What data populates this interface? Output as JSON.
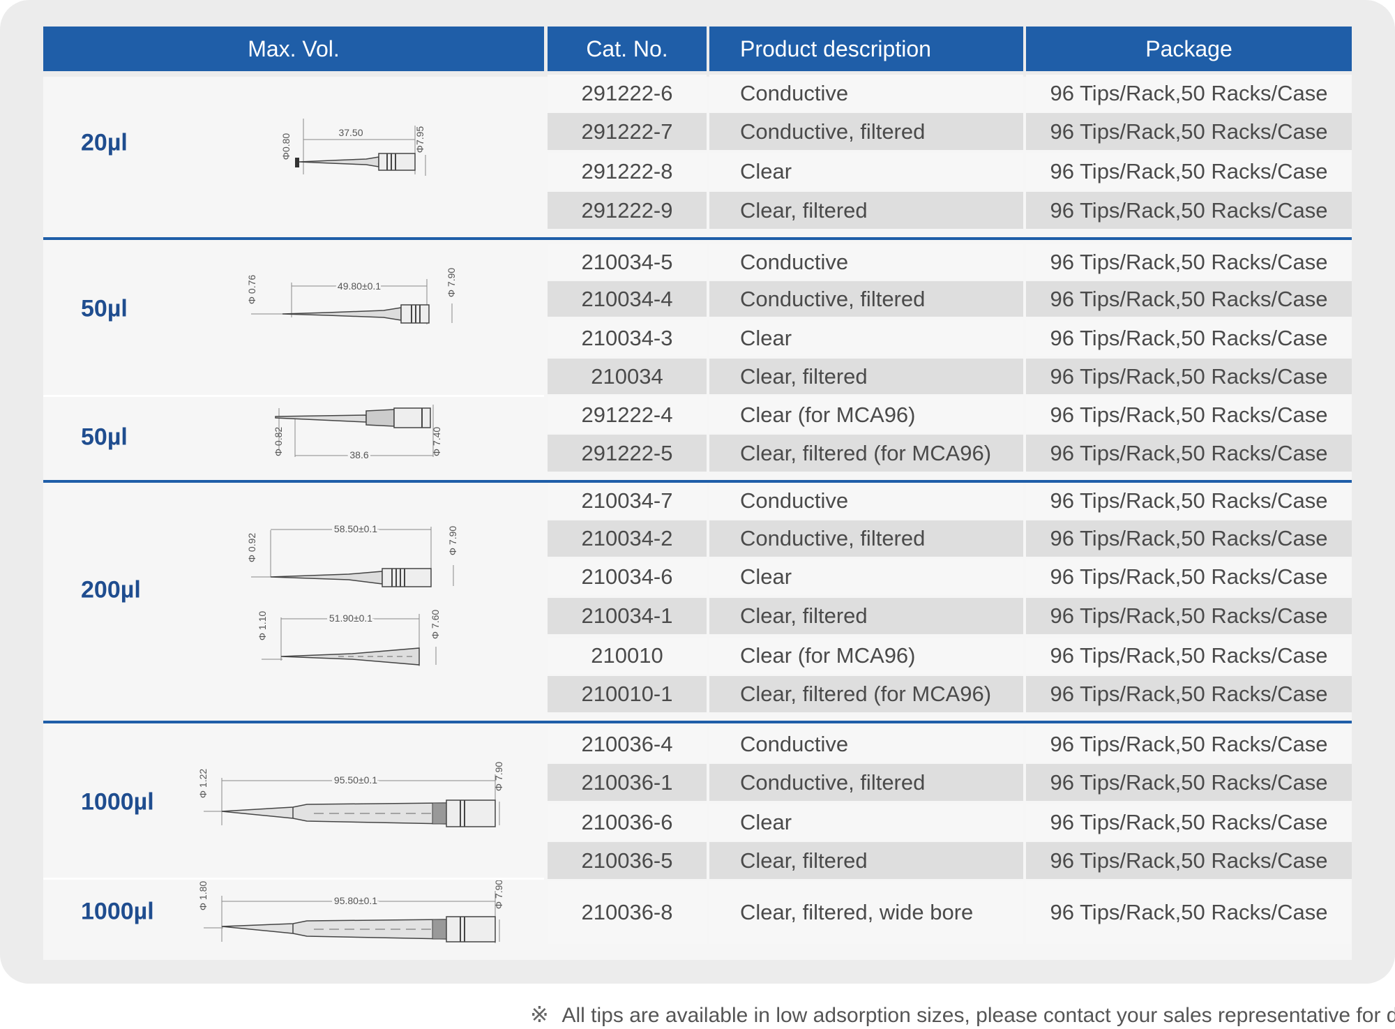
{
  "header": {
    "max_vol": "Max. Vol.",
    "cat_no": "Cat. No.",
    "product_description": "Product description",
    "package": "Package"
  },
  "groups": [
    {
      "volume": "20µl",
      "drawings": [
        {
          "dims": [
            "Φ0.80",
            "37.50",
            "Φ7.95"
          ]
        }
      ]
    },
    {
      "volume": "50µl",
      "drawings": [
        {
          "dims": [
            "Φ 0.76",
            "49.80±0.1",
            "Φ 7.90"
          ]
        }
      ]
    },
    {
      "volume": "50µl",
      "drawings": [
        {
          "dims": [
            "Φ 0.82",
            "38.6",
            "Φ 7.40"
          ]
        }
      ]
    },
    {
      "volume": "200µl",
      "drawings": [
        {
          "dims": [
            "Φ 0.92",
            "58.50±0.1",
            "Φ 7.90"
          ]
        },
        {
          "dims": [
            "Φ 1.10",
            "51.90±0.1",
            "Φ 7.60"
          ]
        }
      ]
    },
    {
      "volume": "1000µl",
      "drawings": [
        {
          "dims": [
            "Φ 1.22",
            "95.50±0.1",
            "Φ 7.90"
          ]
        }
      ]
    },
    {
      "volume": "1000µl",
      "drawings": [
        {
          "dims": [
            "Φ 1.80",
            "95.80±0.1",
            "Φ 7.90"
          ]
        }
      ]
    }
  ],
  "rows": [
    {
      "cat": "291222-6",
      "desc": "Conductive",
      "pkg": "96 Tips/Rack,50 Racks/Case"
    },
    {
      "cat": "291222-7",
      "desc": "Conductive, filtered",
      "pkg": "96 Tips/Rack,50 Racks/Case"
    },
    {
      "cat": "291222-8",
      "desc": "Clear",
      "pkg": "96 Tips/Rack,50 Racks/Case"
    },
    {
      "cat": "291222-9",
      "desc": "Clear, filtered",
      "pkg": "96 Tips/Rack,50 Racks/Case"
    },
    {
      "cat": "210034-5",
      "desc": "Conductive",
      "pkg": "96 Tips/Rack,50 Racks/Case"
    },
    {
      "cat": "210034-4",
      "desc": "Conductive, filtered",
      "pkg": "96 Tips/Rack,50 Racks/Case"
    },
    {
      "cat": "210034-3",
      "desc": "Clear",
      "pkg": "96 Tips/Rack,50 Racks/Case"
    },
    {
      "cat": "210034",
      "desc": "Clear, filtered",
      "pkg": "96 Tips/Rack,50 Racks/Case"
    },
    {
      "cat": "291222-4",
      "desc": "Clear (for MCA96)",
      "pkg": "96 Tips/Rack,50 Racks/Case"
    },
    {
      "cat": "291222-5",
      "desc": "Clear, filtered (for MCA96)",
      "pkg": "96 Tips/Rack,50 Racks/Case"
    },
    {
      "cat": "210034-7",
      "desc": "Conductive",
      "pkg": "96 Tips/Rack,50 Racks/Case"
    },
    {
      "cat": "210034-2",
      "desc": "Conductive, filtered",
      "pkg": "96 Tips/Rack,50 Racks/Case"
    },
    {
      "cat": "210034-6",
      "desc": "Clear",
      "pkg": "96 Tips/Rack,50 Racks/Case"
    },
    {
      "cat": "210034-1",
      "desc": "Clear, filtered",
      "pkg": "96 Tips/Rack,50 Racks/Case"
    },
    {
      "cat": "210010",
      "desc": "Clear (for MCA96)",
      "pkg": "96 Tips/Rack,50 Racks/Case"
    },
    {
      "cat": "210010-1",
      "desc": "Clear, filtered (for MCA96)",
      "pkg": "96 Tips/Rack,50 Racks/Case"
    },
    {
      "cat": "210036-4",
      "desc": "Conductive",
      "pkg": "96 Tips/Rack,50 Racks/Case"
    },
    {
      "cat": "210036-1",
      "desc": "Conductive, filtered",
      "pkg": "96 Tips/Rack,50 Racks/Case"
    },
    {
      "cat": "210036-6",
      "desc": "Clear",
      "pkg": "96 Tips/Rack,50 Racks/Case"
    },
    {
      "cat": "210036-5",
      "desc": "Clear,  filtered",
      "pkg": "96 Tips/Rack,50 Racks/Case"
    },
    {
      "cat": "210036-8",
      "desc": "Clear, filtered, wide bore",
      "pkg": "96 Tips/Rack,50 Racks/Case"
    }
  ],
  "footnote": {
    "mark": "※",
    "text": "All tips are available in low adsorption sizes, please contact your sales representative for details"
  },
  "colors": {
    "header_bg": "#1f5ea8",
    "volume_text": "#1f4d8f",
    "row_shade": "#dedede"
  }
}
